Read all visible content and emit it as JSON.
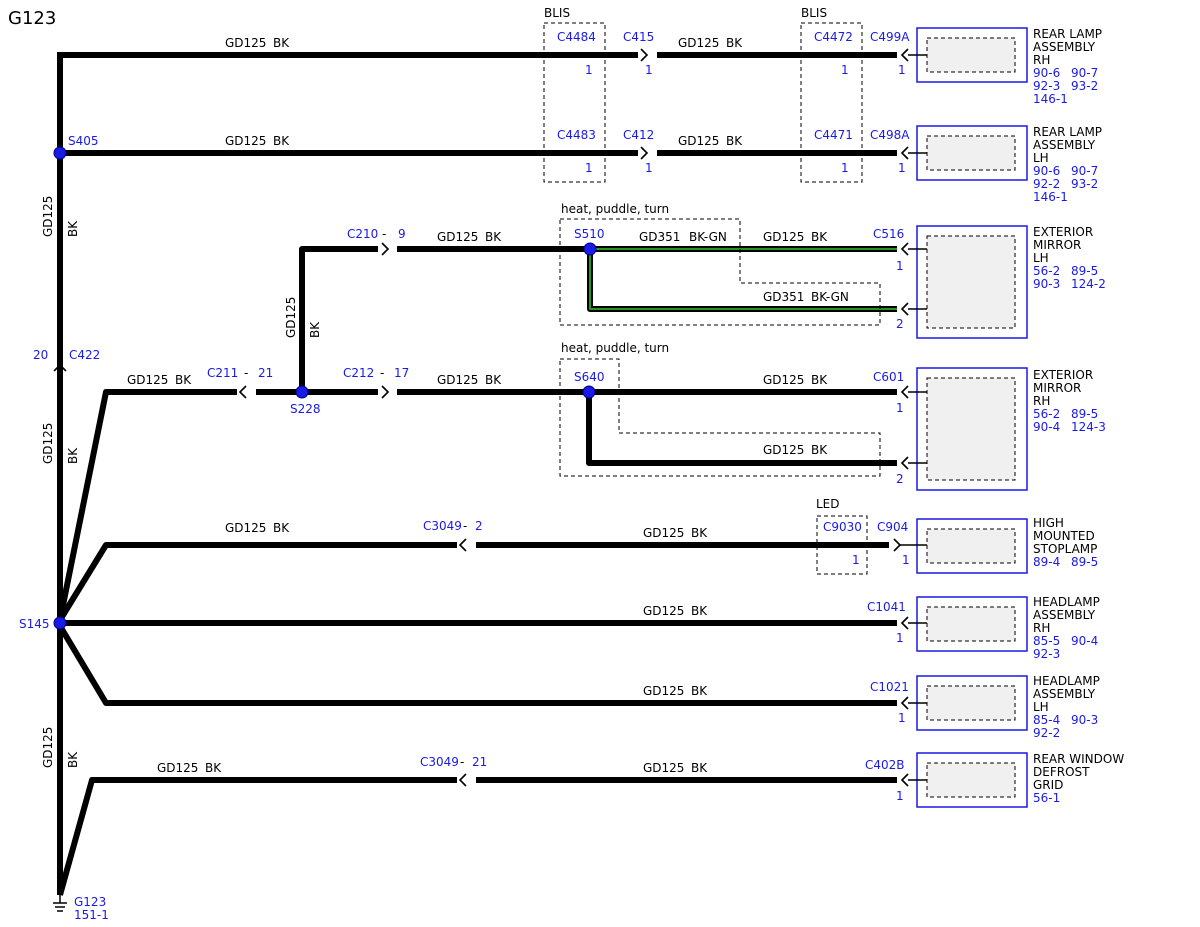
{
  "title": "G123",
  "wire_labels": {
    "gd125": "GD125",
    "gd351": "GD351",
    "bk": "BK",
    "bkgn": "BK-GN"
  },
  "splices": {
    "s405": "S405",
    "s145": "S145",
    "s228": "S228",
    "s510": "S510",
    "s640": "S640"
  },
  "ground": {
    "name": "G123",
    "ref": "151-1"
  },
  "trunk": {
    "connector": "C422",
    "pin": "20"
  },
  "groups": {
    "blis1": "BLIS",
    "blis2": "BLIS",
    "hpt1": "heat, puddle, turn",
    "hpt2": "heat, puddle, turn",
    "led": "LED"
  },
  "connectors": {
    "c4484": "C4484",
    "c4483": "C4483",
    "c415": "C415",
    "c412": "C412",
    "c4472": "C4472",
    "c4471": "C4471",
    "c499a": "C499A",
    "c498a": "C498A",
    "c210": "C210",
    "c211": "C211",
    "c212": "C212",
    "c516": "C516",
    "c601": "C601",
    "c3049": "C3049",
    "c9030": "C9030",
    "c904": "C904",
    "c1041": "C1041",
    "c1021": "C1021",
    "c402b": "C402B"
  },
  "pins": {
    "p1": "1",
    "p2": "2",
    "p9": "9",
    "p17": "17",
    "p21": "21",
    "dash": "-"
  },
  "components": {
    "rear_lamp_rh": {
      "name": [
        "REAR LAMP",
        "ASSEMBLY",
        "RH"
      ],
      "refs": [
        "90-6",
        "90-7",
        "92-3",
        "93-2",
        "146-1"
      ]
    },
    "rear_lamp_lh": {
      "name": [
        "REAR LAMP",
        "ASSEMBLY",
        "LH"
      ],
      "refs": [
        "90-6",
        "90-7",
        "92-2",
        "93-2",
        "146-1"
      ]
    },
    "mirror_lh": {
      "name": [
        "EXTERIOR",
        "MIRROR",
        "LH"
      ],
      "refs": [
        "56-2",
        "89-5",
        "90-3",
        "124-2"
      ]
    },
    "mirror_rh": {
      "name": [
        "EXTERIOR",
        "MIRROR",
        "RH"
      ],
      "refs": [
        "56-2",
        "89-5",
        "90-4",
        "124-3"
      ]
    },
    "stoplamp": {
      "name": [
        "HIGH",
        "MOUNTED",
        "STOPLAMP"
      ],
      "refs": [
        "89-4",
        "89-5"
      ]
    },
    "headlamp_rh": {
      "name": [
        "HEADLAMP",
        "ASSEMBLY",
        "RH"
      ],
      "refs": [
        "85-5",
        "90-4",
        "92-3"
      ]
    },
    "headlamp_lh": {
      "name": [
        "HEADLAMP",
        "ASSEMBLY",
        "LH"
      ],
      "refs": [
        "85-4",
        "90-3",
        "92-2"
      ]
    },
    "defrost": {
      "name": [
        "REAR WINDOW",
        "DEFROST",
        "GRID"
      ],
      "refs": [
        "56-1"
      ]
    }
  }
}
